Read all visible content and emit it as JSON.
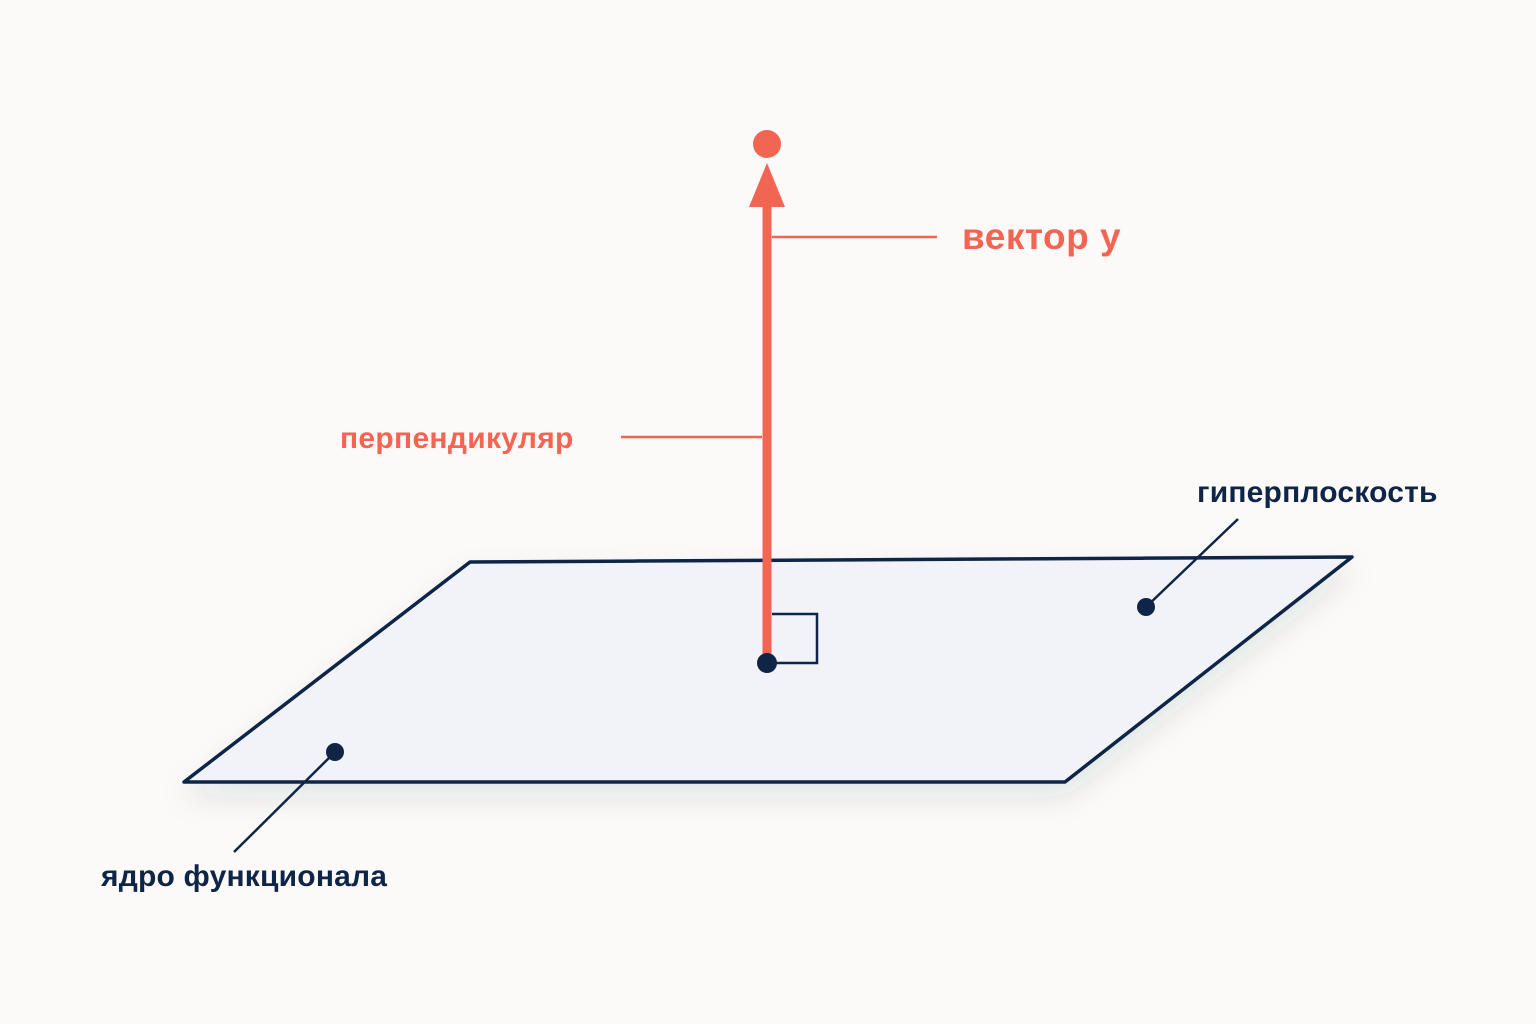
{
  "labels": {
    "vector": "вектор y",
    "perpendicular": "перпендикуляр",
    "hyperplane": "гиперплоскость",
    "kernel": "ядро функционала"
  },
  "colors": {
    "accent": "#f26552",
    "navy": "#0f2547",
    "plane_fill": "#f1f3f8",
    "background": "#fbfaf8"
  }
}
